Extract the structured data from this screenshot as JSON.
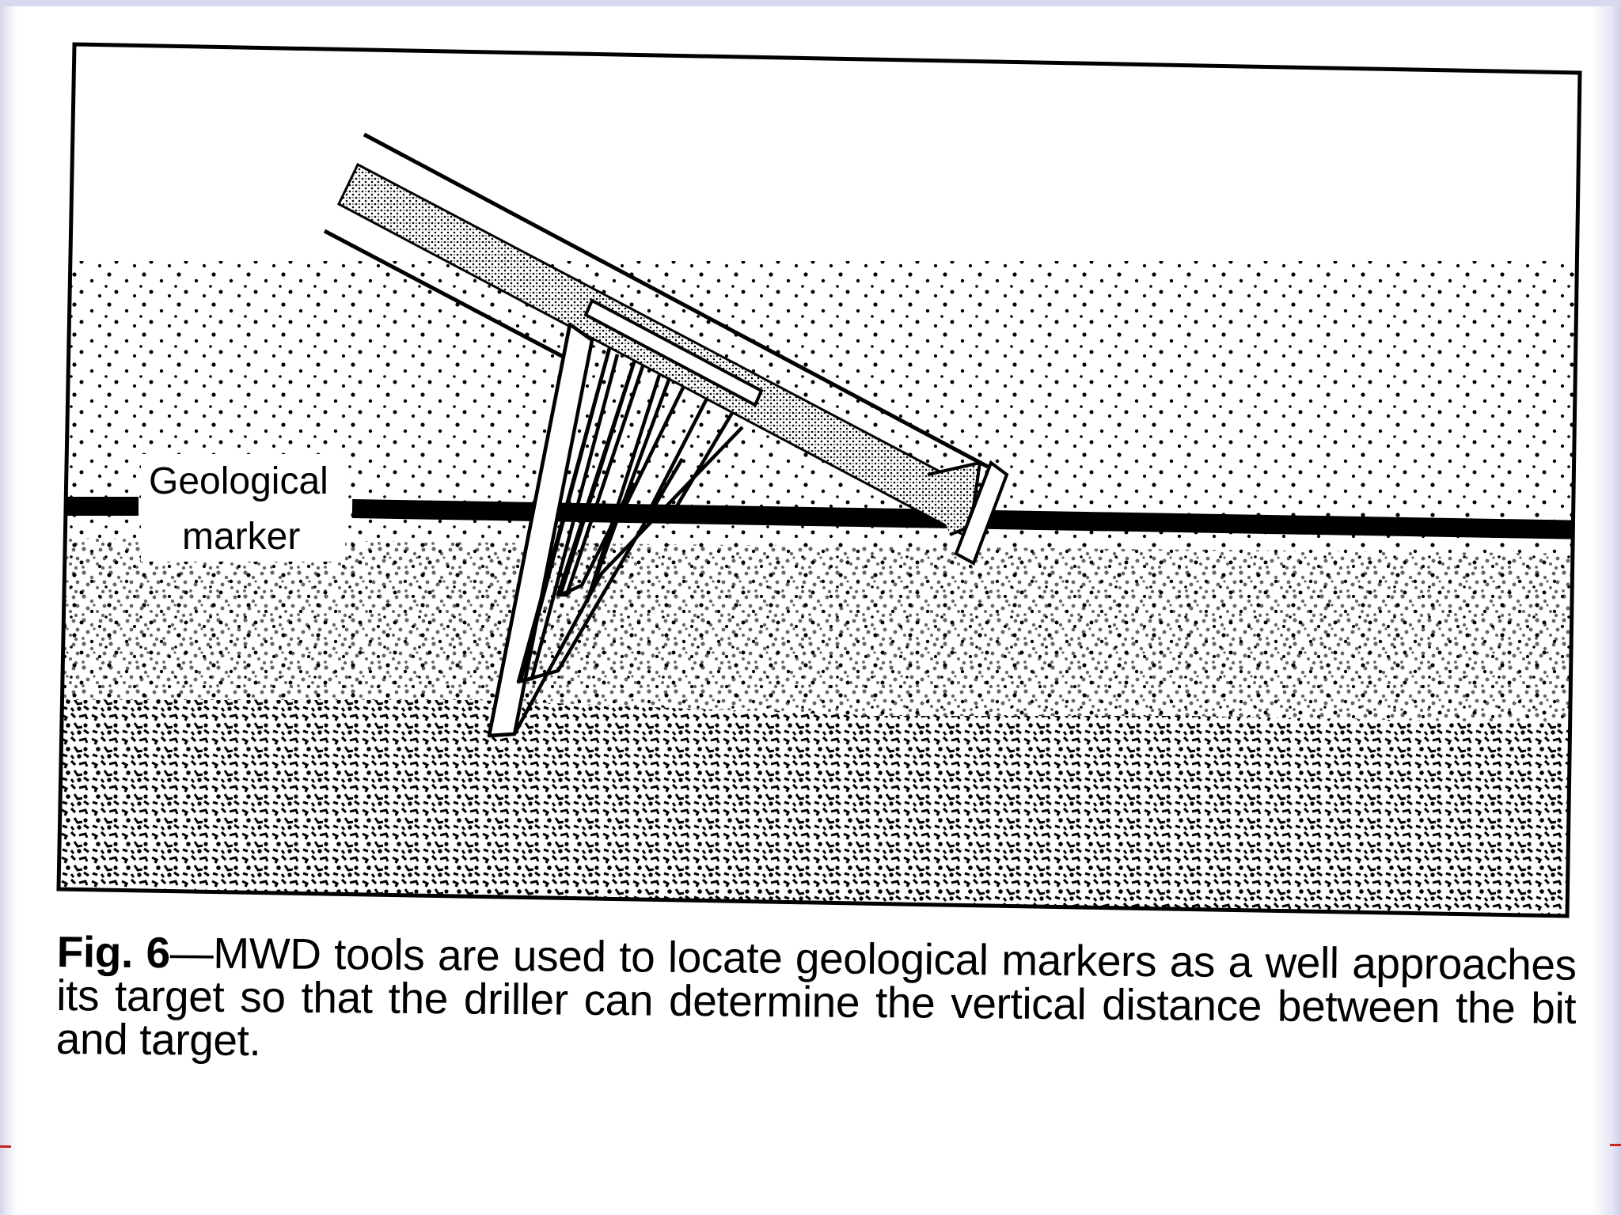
{
  "diagram": {
    "labels": {
      "marker_line1": "Geological",
      "marker_line2": "marker"
    }
  },
  "caption": {
    "figure_number": "Fig. 6",
    "text": "—MWD tools are used to locate geological markers as a well approaches its target so that the driller can determine the vertical distance between the bit and target."
  },
  "colors": {
    "ink": "#000000",
    "frame_accent": "#cc2222",
    "edge_tint": "#d4d4ec"
  }
}
